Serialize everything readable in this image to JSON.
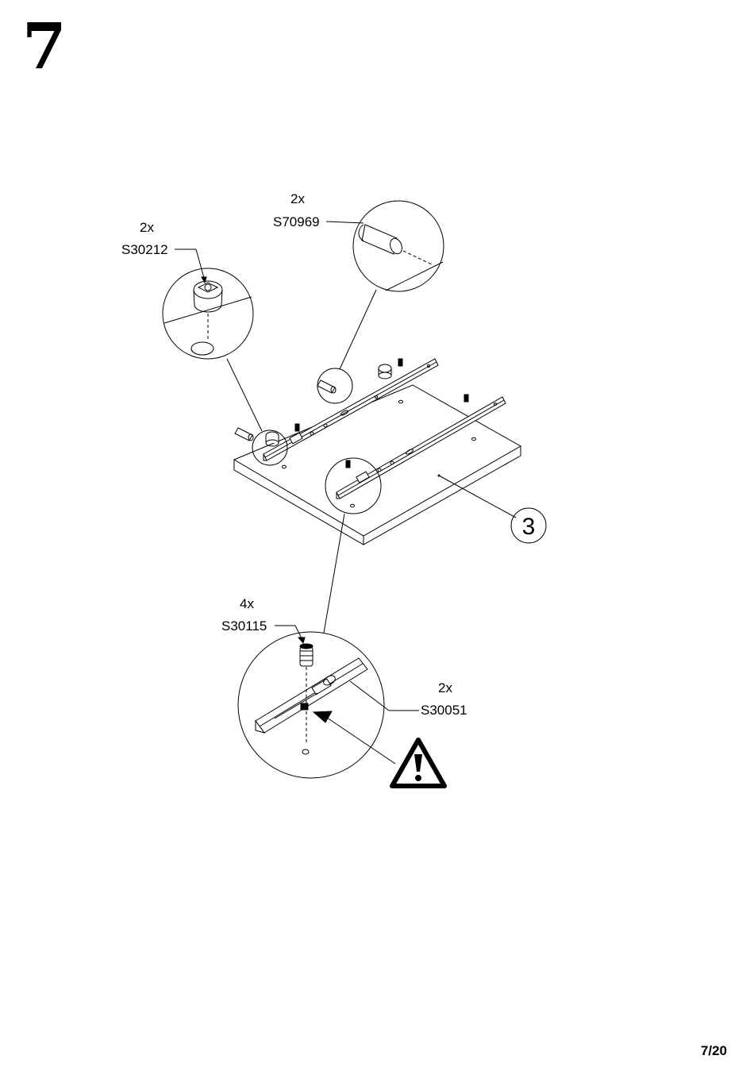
{
  "step": "7",
  "page": "7/20",
  "parts": {
    "cam_lock": {
      "qty": "2x",
      "code": "S30212"
    },
    "dowel": {
      "qty": "2x",
      "code": "S70969"
    },
    "screw": {
      "qty": "4x",
      "code": "S30115"
    },
    "slide": {
      "qty": "2x",
      "code": "S30051"
    }
  },
  "panel_number": "3",
  "icons": {
    "warning": "warning-triangle-icon"
  }
}
